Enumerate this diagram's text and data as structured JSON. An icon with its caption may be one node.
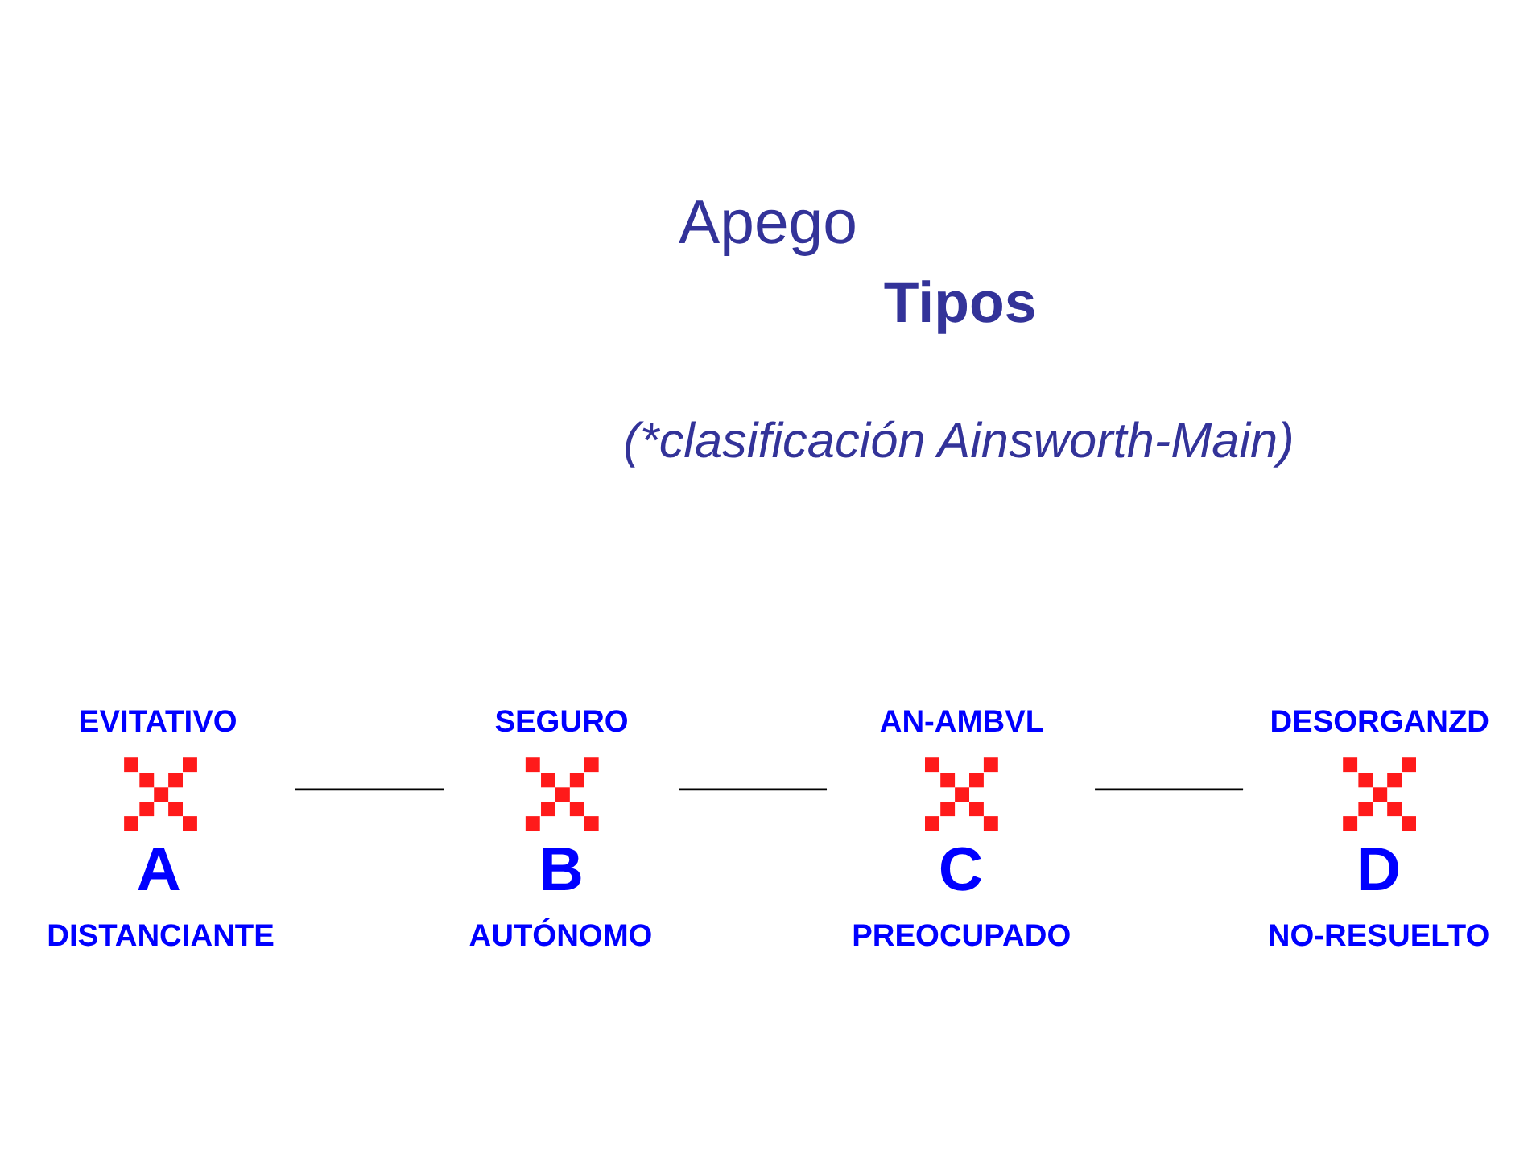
{
  "diagram": {
    "title": "Apego",
    "nodes": [
      {
        "text": [],
        "shape": "cross",
        "beside": [
          "EVITATIVO",
          "A",
          "DISTANCIANTE"
        ]
      },
      {
        "text": [],
        "shape": "cross",
        "beside": [
          "SEGURO",
          "B",
          "AUTÓNOMO"
        ]
      },
      {
        "text": [],
        "shape": "cross",
        "beside": [
          "AN-AMBVL",
          "C",
          "PREOCUPADO"
        ]
      },
      {
        "text": [],
        "shape": "cross",
        "beside": [
          "DESORGANZD",
          "D",
          "NO-RESUELTO"
        ]
      }
    ],
    "edges": [
      {
        "from": 0,
        "to": 1,
        "arrow": "none"
      },
      {
        "from": 1,
        "to": 2,
        "arrow": "none"
      },
      {
        "from": 2,
        "to": 3,
        "arrow": "none"
      }
    ],
    "labels": [
      "Tipos",
      "(*clasificación Ainsworth-Main)"
    ]
  }
}
